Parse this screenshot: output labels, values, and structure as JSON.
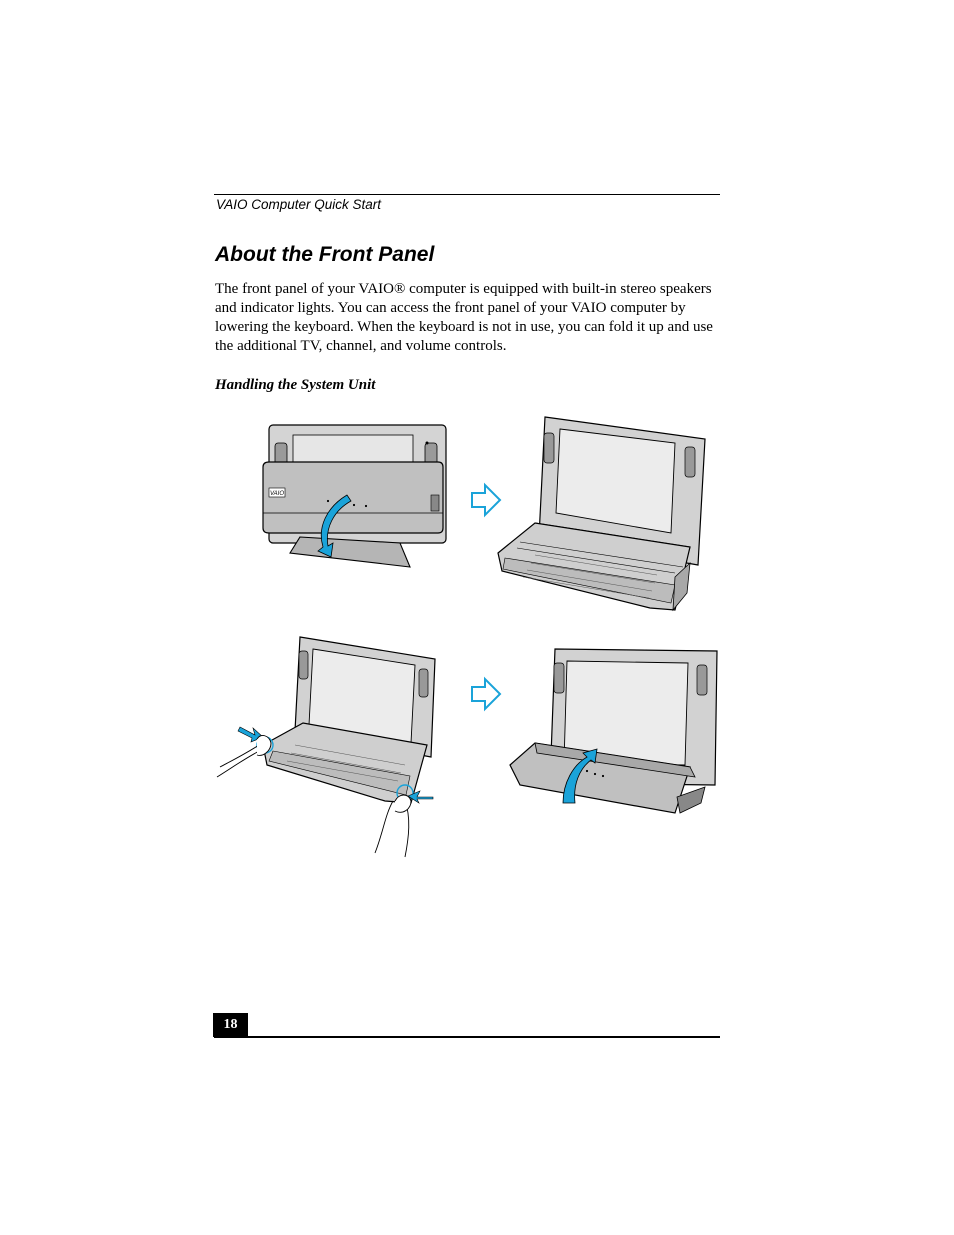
{
  "header": {
    "running_head": "VAIO Computer Quick Start"
  },
  "section": {
    "title": "About the Front Panel",
    "body": "The front panel of your VAIO® computer is equipped with built-in stereo speakers and indicator lights. You can access the front panel of your VAIO computer by lowering the keyboard. When the keyboard is not in use, you can fold it up and use the additional TV, channel, and volume controls.",
    "figure_caption": "Handling the System Unit",
    "figure_logo": "VAIO"
  },
  "colors": {
    "arrow": "#1aa3d9",
    "ink": "#000000",
    "panel": "#c7c7c7"
  },
  "footer": {
    "page_number": "18"
  }
}
